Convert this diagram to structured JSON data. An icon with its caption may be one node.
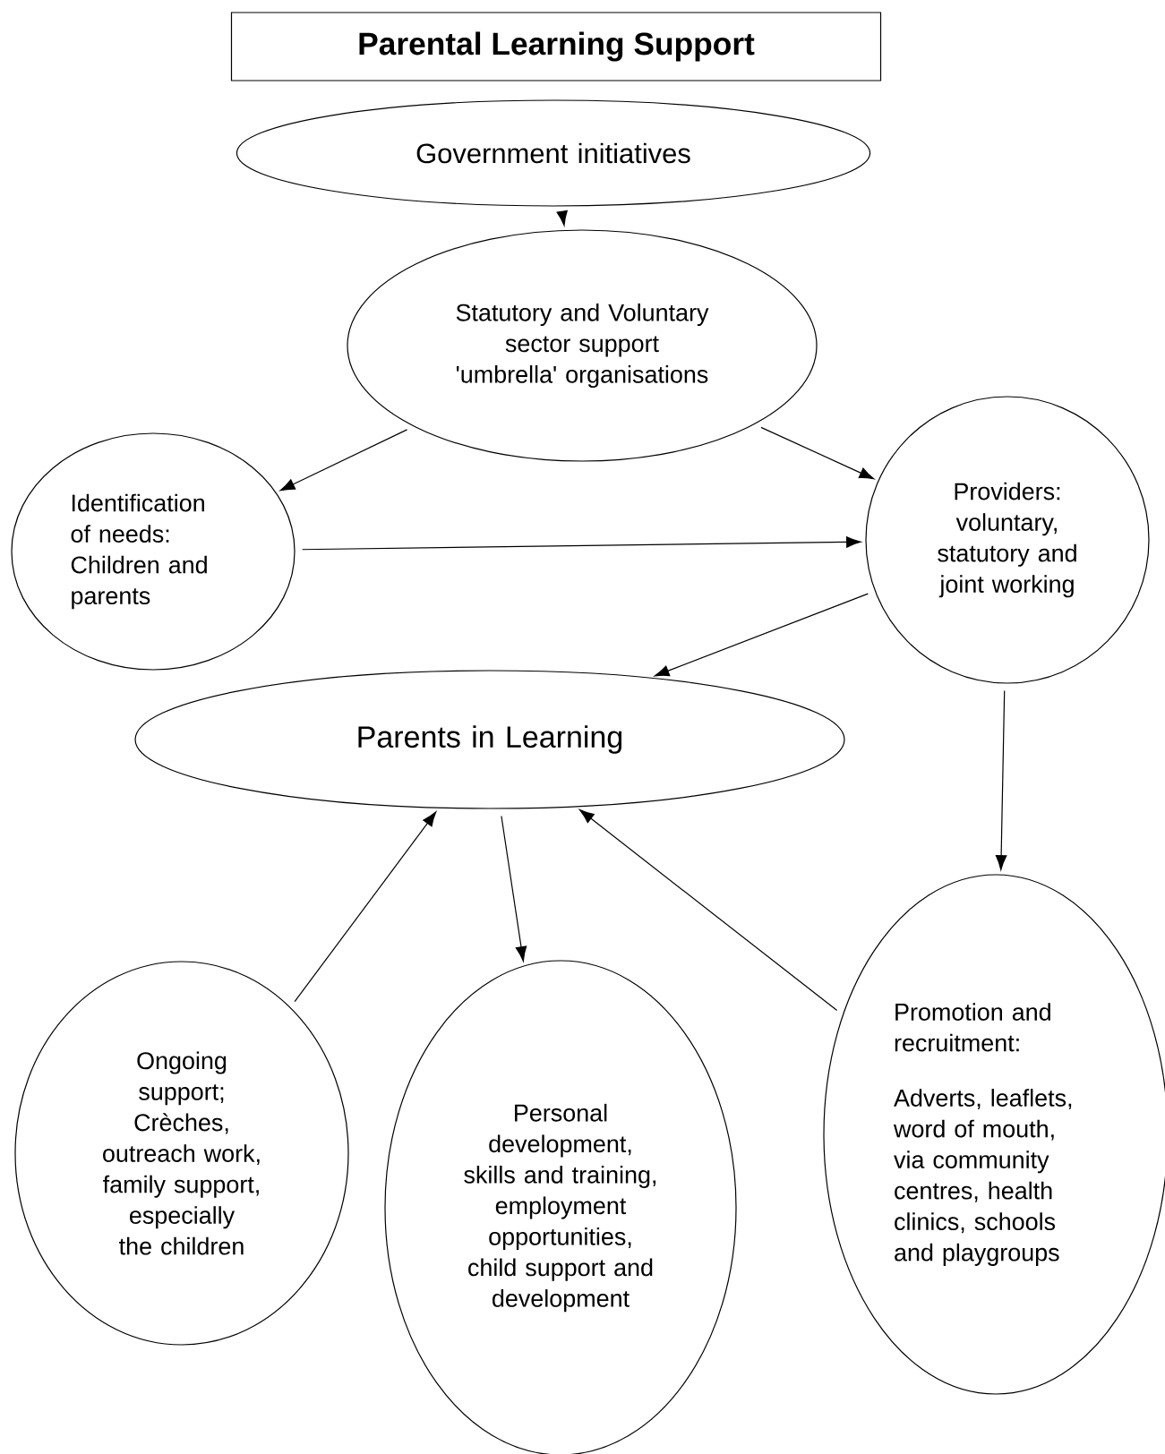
{
  "diagram": {
    "title": "Parental Learning Support",
    "nodes": [
      {
        "text": [
          "Government initiatives"
        ]
      },
      {
        "text": [
          "Statutory and Voluntary sector support 'umbrella' organisations"
        ]
      },
      {
        "text": [
          "Identification of needs: Children and parents"
        ]
      },
      {
        "text": [
          "Providers: voluntary, statutory and joint working"
        ]
      },
      {
        "text": [
          "Parents in Learning"
        ]
      },
      {
        "text": [
          "Ongoing support; Crèches, outreach work, family support, especially the children"
        ]
      },
      {
        "text": [
          "Personal development, skills and training, employment opportunities, child support and development"
        ]
      },
      {
        "text": [
          "Promotion and recruitment:",
          "Adverts, leaflets, word of mouth, via community centres, health clinics, schools and playgroups"
        ]
      }
    ],
    "edges": [
      {
        "from": 0,
        "to": 1,
        "arrow": "to"
      },
      {
        "from": 1,
        "to": 2,
        "arrow": "to"
      },
      {
        "from": 1,
        "to": 3,
        "arrow": "to"
      },
      {
        "from": 2,
        "to": 3,
        "arrow": "to"
      },
      {
        "from": 3,
        "to": 4,
        "arrow": "to"
      },
      {
        "from": 3,
        "to": 7,
        "arrow": "to"
      },
      {
        "from": 5,
        "to": 4,
        "arrow": "to"
      },
      {
        "from": 4,
        "to": 6,
        "arrow": "to"
      },
      {
        "from": 7,
        "to": 4,
        "arrow": "to"
      }
    ]
  }
}
